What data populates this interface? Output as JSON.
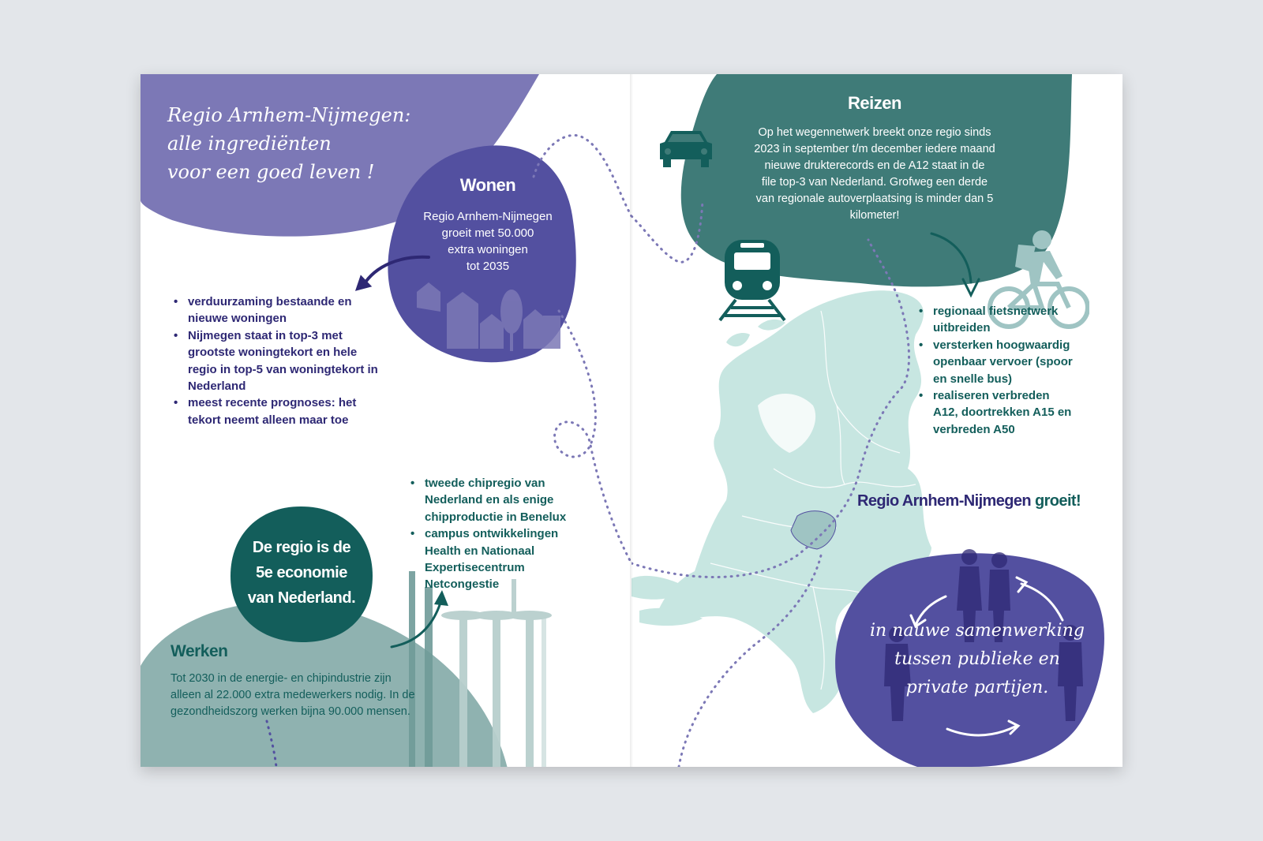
{
  "colors": {
    "purple_light": "#7c78b6",
    "purple": "#5350a0",
    "purple_dark": "#2e2874",
    "teal": "#3f7b78",
    "teal_dark": "#135e5b",
    "teal_grey": "#8fb2b0",
    "mint": "#c7e6e1"
  },
  "left": {
    "headline": [
      "Regio Arnhem-Nijmegen:",
      "alle ingrediënten",
      "voor een goed leven !"
    ],
    "wonen": {
      "title": "Wonen",
      "lines": [
        "Regio Arnhem-Nijmegen",
        "groeit met 50.000",
        "extra woningen",
        "tot 2035"
      ]
    },
    "wonen_bullets": [
      [
        "verduurzaming bestaande en",
        "nieuwe woningen"
      ],
      [
        "Nijmegen staat in top-3 met",
        "grootste woningtekort en hele",
        "regio in top-5 van woningtekort in",
        "Nederland"
      ],
      [
        "meest recente prognoses: het",
        "tekort neemt alleen maar toe"
      ]
    ],
    "economy_circle": [
      "De regio is de",
      "5e economie",
      "van Nederland."
    ],
    "work_bullets": [
      [
        "tweede chipregio van",
        "Nederland en als enige",
        "chipproductie in Benelux"
      ],
      [
        "campus ontwikkelingen",
        "Health en Nationaal",
        "Expertisecentrum",
        "Netcongestie"
      ]
    ],
    "werken": {
      "title": "Werken",
      "lines": [
        "Tot 2030 in de energie- en chipindustrie zijn",
        "alleen al 22.000 extra medewerkers nodig. In de",
        "gezondheidszorg werken bijna 90.000 mensen."
      ]
    }
  },
  "right": {
    "reizen": {
      "title": "Reizen",
      "lines": [
        "Op het wegennetwerk breekt onze regio sinds",
        "2023 in september t/m december iedere maand",
        "nieuwe drukterecords en de A12 staat in de",
        "file top-3 van Nederland. Grofweg een derde",
        "van regionale autoverplaatsing is minder dan 5",
        "kilometer!"
      ]
    },
    "travel_bullets": [
      [
        "regionaal fietsnetwerk",
        "uitbreiden"
      ],
      [
        "versterken hoogwaardig",
        "openbaar vervoer (spoor",
        "en snelle bus)"
      ],
      [
        "realiseren verbreden",
        "A12, doortrekken A15 en",
        "verbreden A50"
      ]
    ],
    "growth_label_part1": "Regio Arnhem-Nijmegen",
    "growth_label_part2": "groeit!",
    "cooperation": [
      "in nauwe samenwerking",
      "tussen publieke en",
      "private partijen."
    ]
  },
  "icons": [
    "car-icon",
    "train-icon",
    "cyclist-icon",
    "houses-icon",
    "wind-turbines-icon",
    "people-icon",
    "netherlands-map",
    "arrow-icon"
  ]
}
